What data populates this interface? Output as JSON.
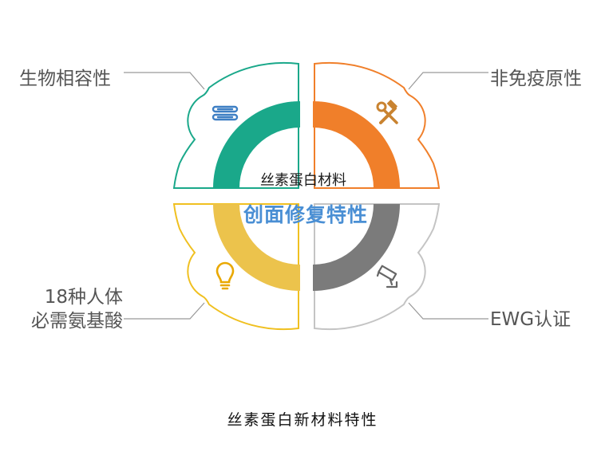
{
  "center": {
    "top_text": "丝素蛋白材料",
    "main_text": "创面修复特性"
  },
  "caption": "丝素蛋白新材料特性",
  "quadrants": [
    {
      "id": "tl",
      "label_lines": [
        "生物相容性"
      ],
      "icon": "server-stack-icon",
      "color": "#1aa88a",
      "outline": "#1aa88a",
      "icon_color": "#3e7fc4"
    },
    {
      "id": "tr",
      "label_lines": [
        "非免疫原性"
      ],
      "icon": "hammer-wrench-icon",
      "color": "#f07f2a",
      "outline": "#f07f2a",
      "icon_color": "#c98330"
    },
    {
      "id": "bl",
      "label_lines": [
        "18种人体",
        "必需氨基酸"
      ],
      "icon": "lightbulb-icon",
      "color": "#ecc34c",
      "outline": "#f0c020",
      "icon_color": "#e9a800"
    },
    {
      "id": "br",
      "label_lines": [
        "EWG认证"
      ],
      "icon": "security-camera-icon",
      "color": "#7b7b7b",
      "outline": "#c4c4c4",
      "icon_color": "#666666"
    }
  ]
}
